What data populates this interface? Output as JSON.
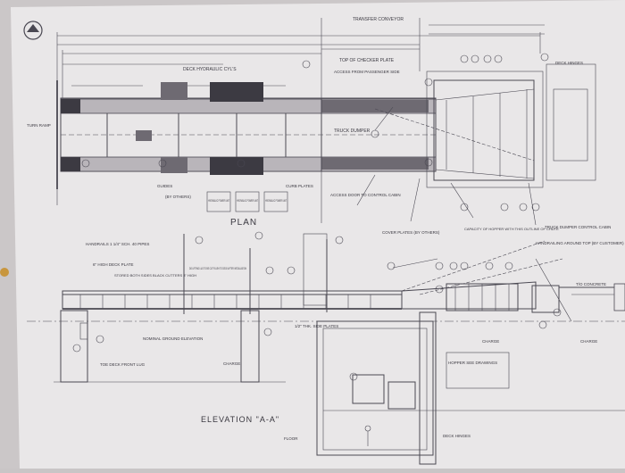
{
  "drawing": {
    "paper_color": "#e9e7e8",
    "line_color": "#4a4852",
    "plan_title": "PLAN",
    "elevation_title": "ELEVATION \"A-A\"",
    "plan_labels": {
      "transfer_conveyor": "TRANSFER CONVEYOR",
      "deck_hydraulic_cyls": "DECK HYDRAULIC CYL'S",
      "top_of_checker_plate": "TOP OF CHECKER PLATE",
      "access_from_passenger_side": "ACCESS FROM PASSENGER SIDE",
      "truck_dumper": "TRUCK DUMPER",
      "dock_hinges": "DECK HINGES",
      "ramp": "TURN RAMP",
      "guides": "GUIDES",
      "curb_plates": "CURB PLATES",
      "hydraulic_power_unit_1": "HYDRAULIC POWER UNIT",
      "hydraulic_power_unit_2": "HYDRAULIC POWER UNIT",
      "hydraulic_power_unit_3": "HYDRAULIC POWER UNIT",
      "access_door": "ACCESS DOOR TO CONTROL CABIN",
      "cover_plates": "COVER PLATES (BY OTHERS)",
      "hopper_note": "CAPACITY OF HOPPER WITH THIS OUTLINE OF CHUTE",
      "control_cabin": "TRUCK DUMPER CONTROL CABIN",
      "handrailing": "HANDRAILING AROUND TOP (BY CUSTOMER)",
      "by_others": "(BY OTHERS)"
    },
    "elevation_labels": {
      "handrails": "HANDRAILS 1 1/4\" SCH. 40 PIPES",
      "deck_plate": "6\" HIGH DECK PLATE",
      "stored_cutters": "STORED BOTH SIDES BLACK CUTTERS 3\" HIGH",
      "lifting_lug": "DO LIFTING LUG TO BE CUT FLUSH TO DECK AFTER INSTALLATION",
      "nominal_ground": "NOMINAL GROUND ELEVATION",
      "front_lug": "TOE DECK FRONT LUG",
      "side_plates": "1/2\" THK. SIDE PLATES",
      "charge": "CHARGE",
      "hopper_dwg": "HOPPER SEE DRAWINGS",
      "concrete": "T/O CONCRETE",
      "deck_hinges": "DECK HINGES",
      "floor": "FLOOR"
    }
  }
}
